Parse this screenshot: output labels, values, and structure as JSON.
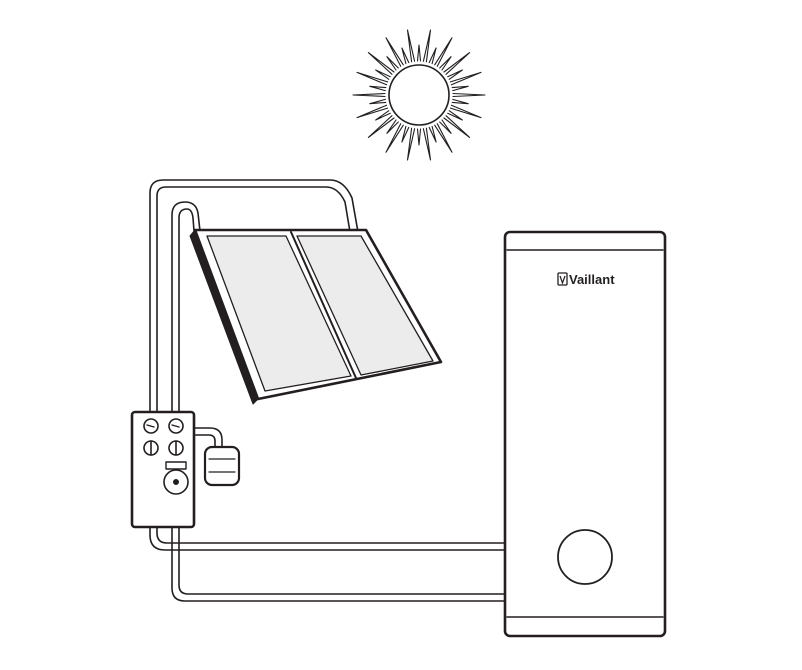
{
  "brand": {
    "name": "Vaillant",
    "logo_icon": "vaillant-v-logo"
  },
  "components": {
    "sun": "sun-icon",
    "collector": "solar-collector-panel",
    "station": "pump-control-station",
    "expansion_vessel": "expansion-vessel",
    "cylinder": "hot-water-cylinder"
  },
  "colors": {
    "stroke": "#231f20",
    "panel_fill": "#ececec",
    "background": "#ffffff"
  }
}
